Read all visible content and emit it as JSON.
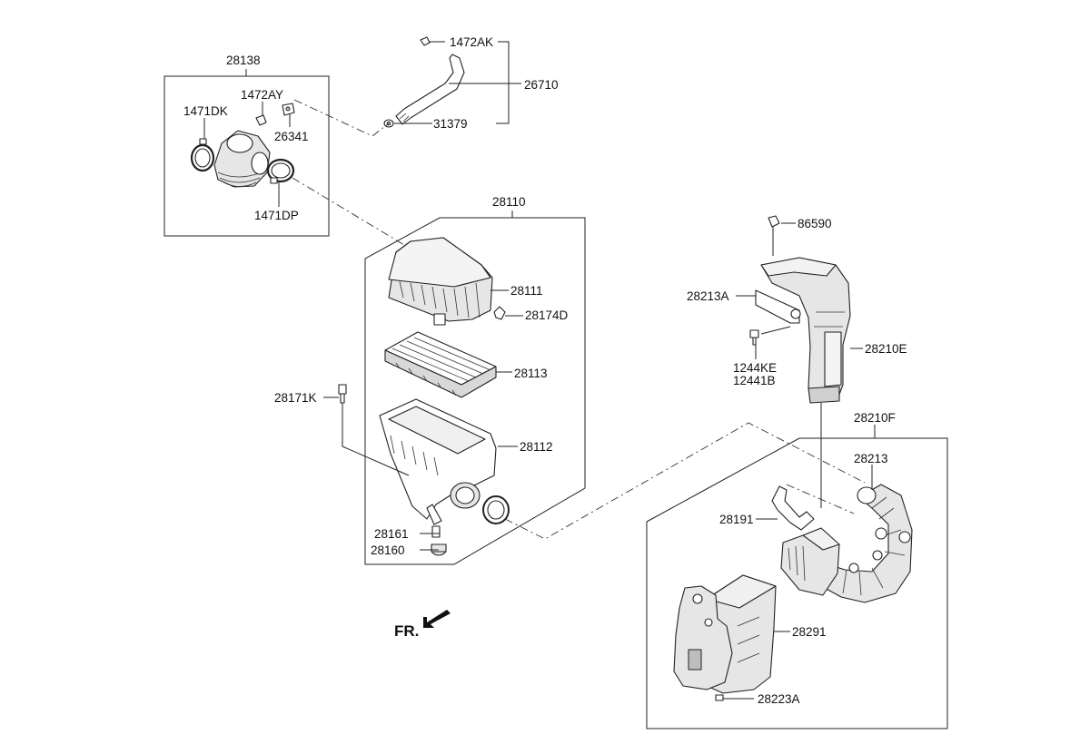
{
  "labels": {
    "p28138": "28138",
    "p1472AK": "1472AK",
    "p26710": "26710",
    "p31379": "31379",
    "p1472AY": "1472AY",
    "p1471DK": "1471DK",
    "p26341": "26341",
    "p1471DP": "1471DP",
    "p28110": "28110",
    "p28111": "28111",
    "p28174D": "28174D",
    "p28113": "28113",
    "p28171K": "28171K",
    "p28112": "28112",
    "p28161": "28161",
    "p28160": "28160",
    "p86590": "86590",
    "p28213A": "28213A",
    "p28210E": "28210E",
    "p1244KE": "1244KE",
    "p12441B": "12441B",
    "p28210F": "28210F",
    "p28213": "28213",
    "p28191": "28191",
    "p28291": "28291",
    "p28223A": "28223A",
    "fr": "FR."
  }
}
